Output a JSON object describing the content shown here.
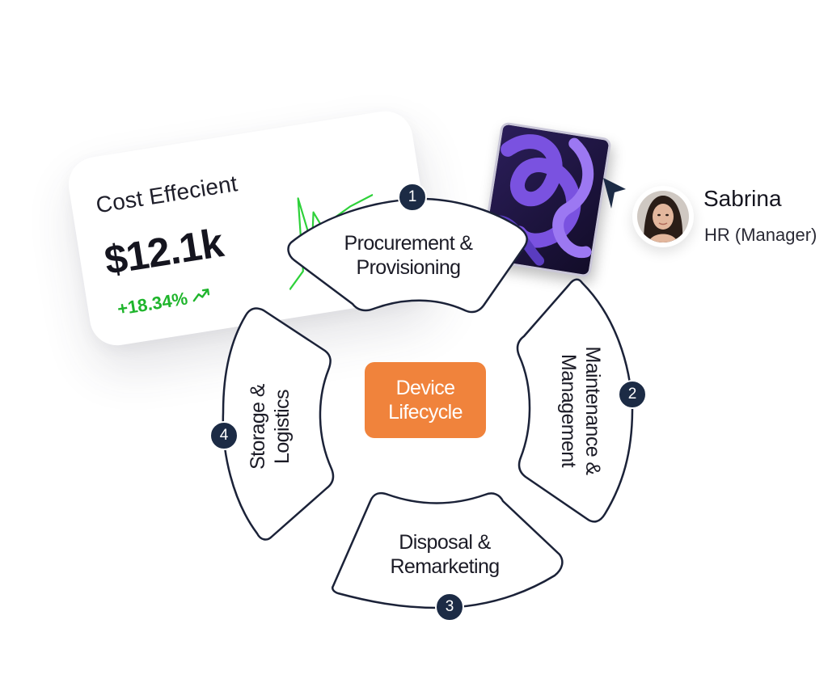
{
  "cost_card": {
    "title": "Cost Effecient",
    "value": "$12.1k",
    "change": "+18.34%",
    "icons": {
      "trend": "trend-up-icon"
    },
    "colors": {
      "positive": "#1fb52c"
    }
  },
  "profile": {
    "name": "Sabrina",
    "role": "HR (Manager)"
  },
  "diagram": {
    "center": {
      "line1": "Device",
      "line2": "Lifecycle"
    },
    "steps": [
      {
        "number": "1",
        "line1": "Procurement &",
        "line2": "Provisioning"
      },
      {
        "number": "2",
        "line1": "Maintenance &",
        "line2": "Management"
      },
      {
        "number": "3",
        "line1": "Disposal &",
        "line2": "Remarketing"
      },
      {
        "number": "4",
        "line1": "Storage &",
        "line2": "Logistics"
      }
    ],
    "colors": {
      "center": "#f0833c",
      "badge": "#1c2b45",
      "outline": "#1b2238"
    }
  }
}
